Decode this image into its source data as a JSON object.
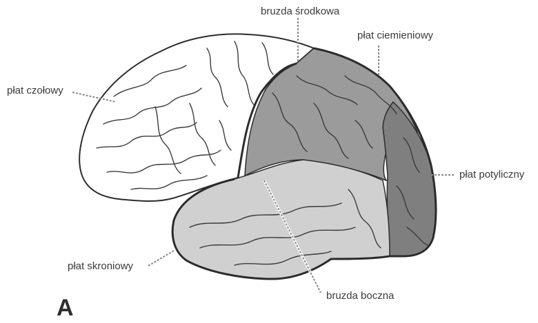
{
  "panel_letter": "A",
  "labels": {
    "central_sulcus": "bruzda środkowa",
    "parietal_lobe": "płat ciemieniowy",
    "frontal_lobe": "płat czołowy",
    "occipital_lobe": "płat potyliczny",
    "temporal_lobe": "płat skroniowy",
    "lateral_sulcus": "bruzda boczna"
  },
  "colors": {
    "frontal_lobe": "#ffffff",
    "parietal_lobe": "#9b9b9b",
    "occipital_lobe": "#7f7f7f",
    "temporal_lobe": "#d0d0d0",
    "outline": "#2b2b2b",
    "leader_line": "#8a8a8a"
  }
}
